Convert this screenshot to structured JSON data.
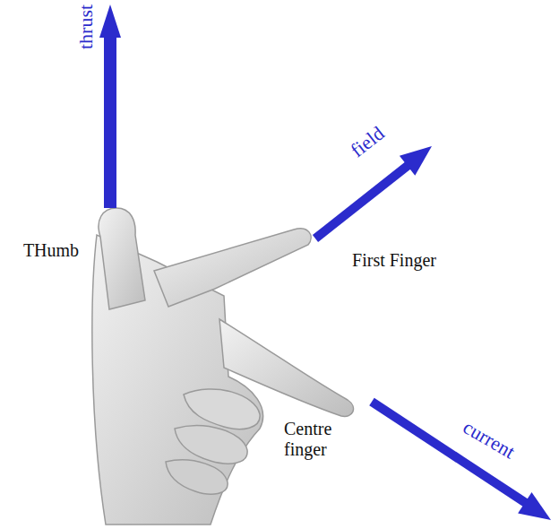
{
  "diagram": {
    "labels": [
      "thrust",
      "THumb",
      "field",
      "First Finger",
      "Centre finger",
      "current"
    ]
  }
}
